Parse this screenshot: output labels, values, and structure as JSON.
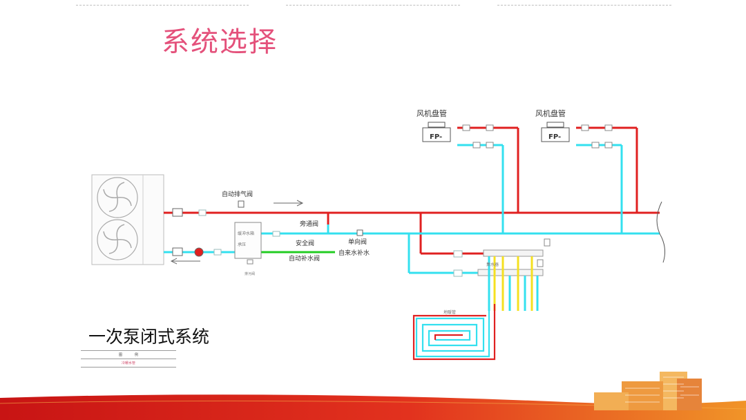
{
  "slide": {
    "title": "系统选择",
    "subtitle": "一次泵闭式系统"
  },
  "diagram": {
    "fan_coil_label_1": "风机盘管",
    "fan_coil_label_2": "风机盘管",
    "fp_tag_1": "FP-",
    "fp_tag_2": "FP-",
    "auto_vent_valve": "自动排气阀",
    "bypass_valve": "旁通阀",
    "buffer_tank_line1": "缓冲水箱",
    "buffer_tank_line2": "承压",
    "safety_valve": "安全阀",
    "check_valve": "单向阀",
    "auto_makeup_valve": "自动补水阀",
    "tap_water_makeup": "自来水补水",
    "drain_valve": "排污阀",
    "manifold_label": "集水器",
    "floor_heating_label": "地暖管"
  },
  "legend": {
    "header_a": "图",
    "header_b": "例",
    "row2": "冷暖水管"
  },
  "colors": {
    "supply": "#e02020",
    "return": "#33e0ef",
    "makeup": "#22cc22",
    "floor_supply": "#f5e020",
    "title": "#e4517b"
  }
}
